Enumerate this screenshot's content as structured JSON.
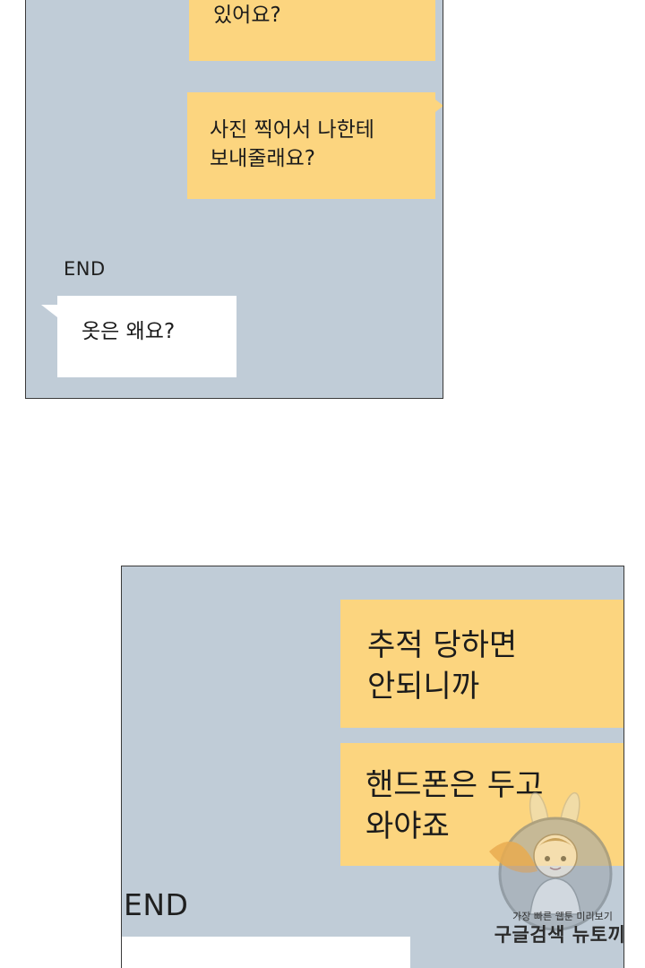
{
  "top_panel": {
    "bubbles": [
      {
        "text": "있어요?",
        "side": "right",
        "color": "#fcd57f"
      },
      {
        "text": "사진 찍어서 나한테\n보내줄래요?",
        "side": "right",
        "color": "#fcd57f"
      },
      {
        "text": "옷은 왜요?",
        "side": "left",
        "color": "#ffffff"
      }
    ],
    "end_label": "END",
    "background": "#c0ccd7"
  },
  "bottom_panel": {
    "bubbles": [
      {
        "text": "추적 당하면\n안되니까",
        "side": "right",
        "color": "#fcd57f"
      },
      {
        "text": "핸드폰은 두고\n와야죠",
        "side": "right",
        "color": "#fcd57f"
      },
      {
        "text": "",
        "side": "left",
        "color": "#ffffff"
      }
    ],
    "end_label": "END",
    "background": "#c0ccd7"
  },
  "watermark": {
    "line1": "가장 빠른 웹툰 미리보기",
    "line2": "구글검색 뉴토끼"
  }
}
